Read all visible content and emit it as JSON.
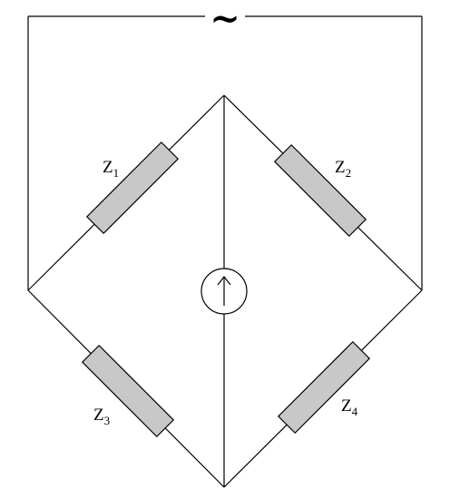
{
  "diagram": {
    "source_symbol": "~",
    "colors": {
      "line": "#000000",
      "resistor_fill": "#c8c8c8",
      "background": "#ffffff"
    },
    "impedances": [
      {
        "letter": "Z",
        "sub": "1"
      },
      {
        "letter": "Z",
        "sub": "2"
      },
      {
        "letter": "Z",
        "sub": "3"
      },
      {
        "letter": "Z",
        "sub": "4"
      }
    ],
    "detector_icon": "up-arrow-icon"
  }
}
